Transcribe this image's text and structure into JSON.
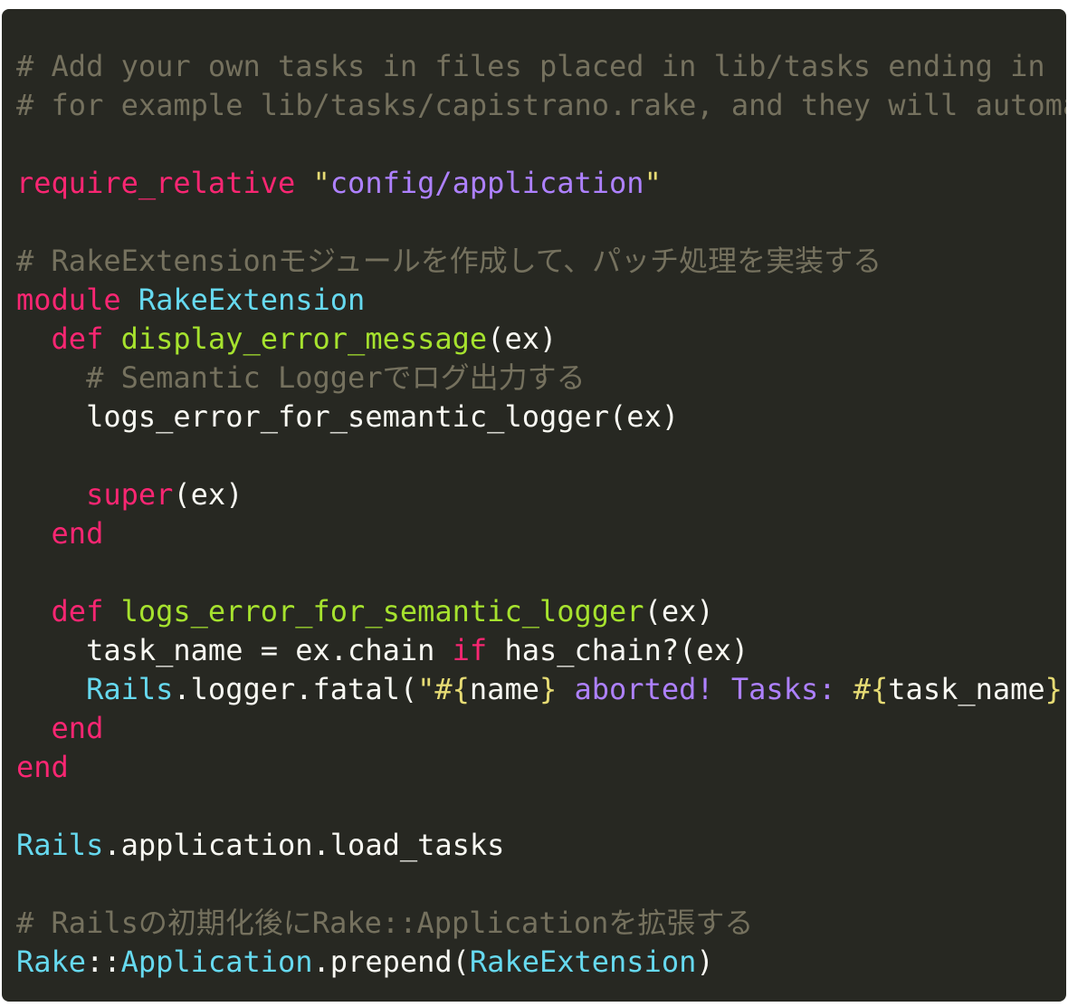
{
  "language": "ruby",
  "colors": {
    "background": "#272822",
    "text": "#f8f8f2",
    "comment": "#75715e",
    "keyword": "#f92672",
    "string": "#ae81ff",
    "quote": "#e6db74",
    "constant": "#66d9ef",
    "function": "#a6e22e"
  },
  "lines": [
    [
      {
        "t": "# Add your own tasks in files placed in lib/tasks ending in .rake,",
        "c": "comment"
      }
    ],
    [
      {
        "t": "# for example lib/tasks/capistrano.rake, and they will automatically be available to Rake.",
        "c": "comment"
      }
    ],
    [],
    [
      {
        "t": "require_relative",
        "c": "keyword"
      },
      {
        "t": " ",
        "c": "text"
      },
      {
        "t": "\"",
        "c": "quote"
      },
      {
        "t": "config/application",
        "c": "string"
      },
      {
        "t": "\"",
        "c": "quote"
      }
    ],
    [],
    [
      {
        "t": "# RakeExtensionモジュールを作成して、パッチ処理を実装する",
        "c": "comment"
      }
    ],
    [
      {
        "t": "module",
        "c": "keyword"
      },
      {
        "t": " ",
        "c": "text"
      },
      {
        "t": "RakeExtension",
        "c": "const"
      }
    ],
    [
      {
        "t": "  ",
        "c": "text"
      },
      {
        "t": "def",
        "c": "keyword"
      },
      {
        "t": " ",
        "c": "text"
      },
      {
        "t": "display_error_message",
        "c": "func"
      },
      {
        "t": "(ex)",
        "c": "text"
      }
    ],
    [
      {
        "t": "    # Semantic Loggerでログ出力する",
        "c": "comment"
      }
    ],
    [
      {
        "t": "    logs_error_for_semantic_logger(ex)",
        "c": "text"
      }
    ],
    [],
    [
      {
        "t": "    ",
        "c": "text"
      },
      {
        "t": "super",
        "c": "keyword"
      },
      {
        "t": "(ex)",
        "c": "text"
      }
    ],
    [
      {
        "t": "  ",
        "c": "text"
      },
      {
        "t": "end",
        "c": "keyword"
      }
    ],
    [],
    [
      {
        "t": "  ",
        "c": "text"
      },
      {
        "t": "def",
        "c": "keyword"
      },
      {
        "t": " ",
        "c": "text"
      },
      {
        "t": "logs_error_for_semantic_logger",
        "c": "func"
      },
      {
        "t": "(ex)",
        "c": "text"
      }
    ],
    [
      {
        "t": "    task_name = ex.chain ",
        "c": "text"
      },
      {
        "t": "if",
        "c": "keyword"
      },
      {
        "t": " has_chain?(ex)",
        "c": "text"
      }
    ],
    [
      {
        "t": "    ",
        "c": "text"
      },
      {
        "t": "Rails",
        "c": "const"
      },
      {
        "t": ".logger.fatal(",
        "c": "text"
      },
      {
        "t": "\"#{",
        "c": "interp"
      },
      {
        "t": "name",
        "c": "text"
      },
      {
        "t": "}",
        "c": "interp"
      },
      {
        "t": " aborted! Tasks: ",
        "c": "string"
      },
      {
        "t": "#{",
        "c": "interp"
      },
      {
        "t": "task_name",
        "c": "text"
      },
      {
        "t": "}\"",
        "c": "interp"
      },
      {
        "t": ")",
        "c": "text"
      }
    ],
    [
      {
        "t": "  ",
        "c": "text"
      },
      {
        "t": "end",
        "c": "keyword"
      }
    ],
    [
      {
        "t": "end",
        "c": "keyword"
      }
    ],
    [],
    [
      {
        "t": "Rails",
        "c": "const"
      },
      {
        "t": ".application.load_tasks",
        "c": "text"
      }
    ],
    [],
    [
      {
        "t": "# Railsの初期化後にRake::Applicationを拡張する",
        "c": "comment"
      }
    ],
    [
      {
        "t": "Rake",
        "c": "const"
      },
      {
        "t": "::",
        "c": "text"
      },
      {
        "t": "Application",
        "c": "const"
      },
      {
        "t": ".prepend(",
        "c": "text"
      },
      {
        "t": "RakeExtension",
        "c": "const"
      },
      {
        "t": ")",
        "c": "text"
      }
    ]
  ]
}
